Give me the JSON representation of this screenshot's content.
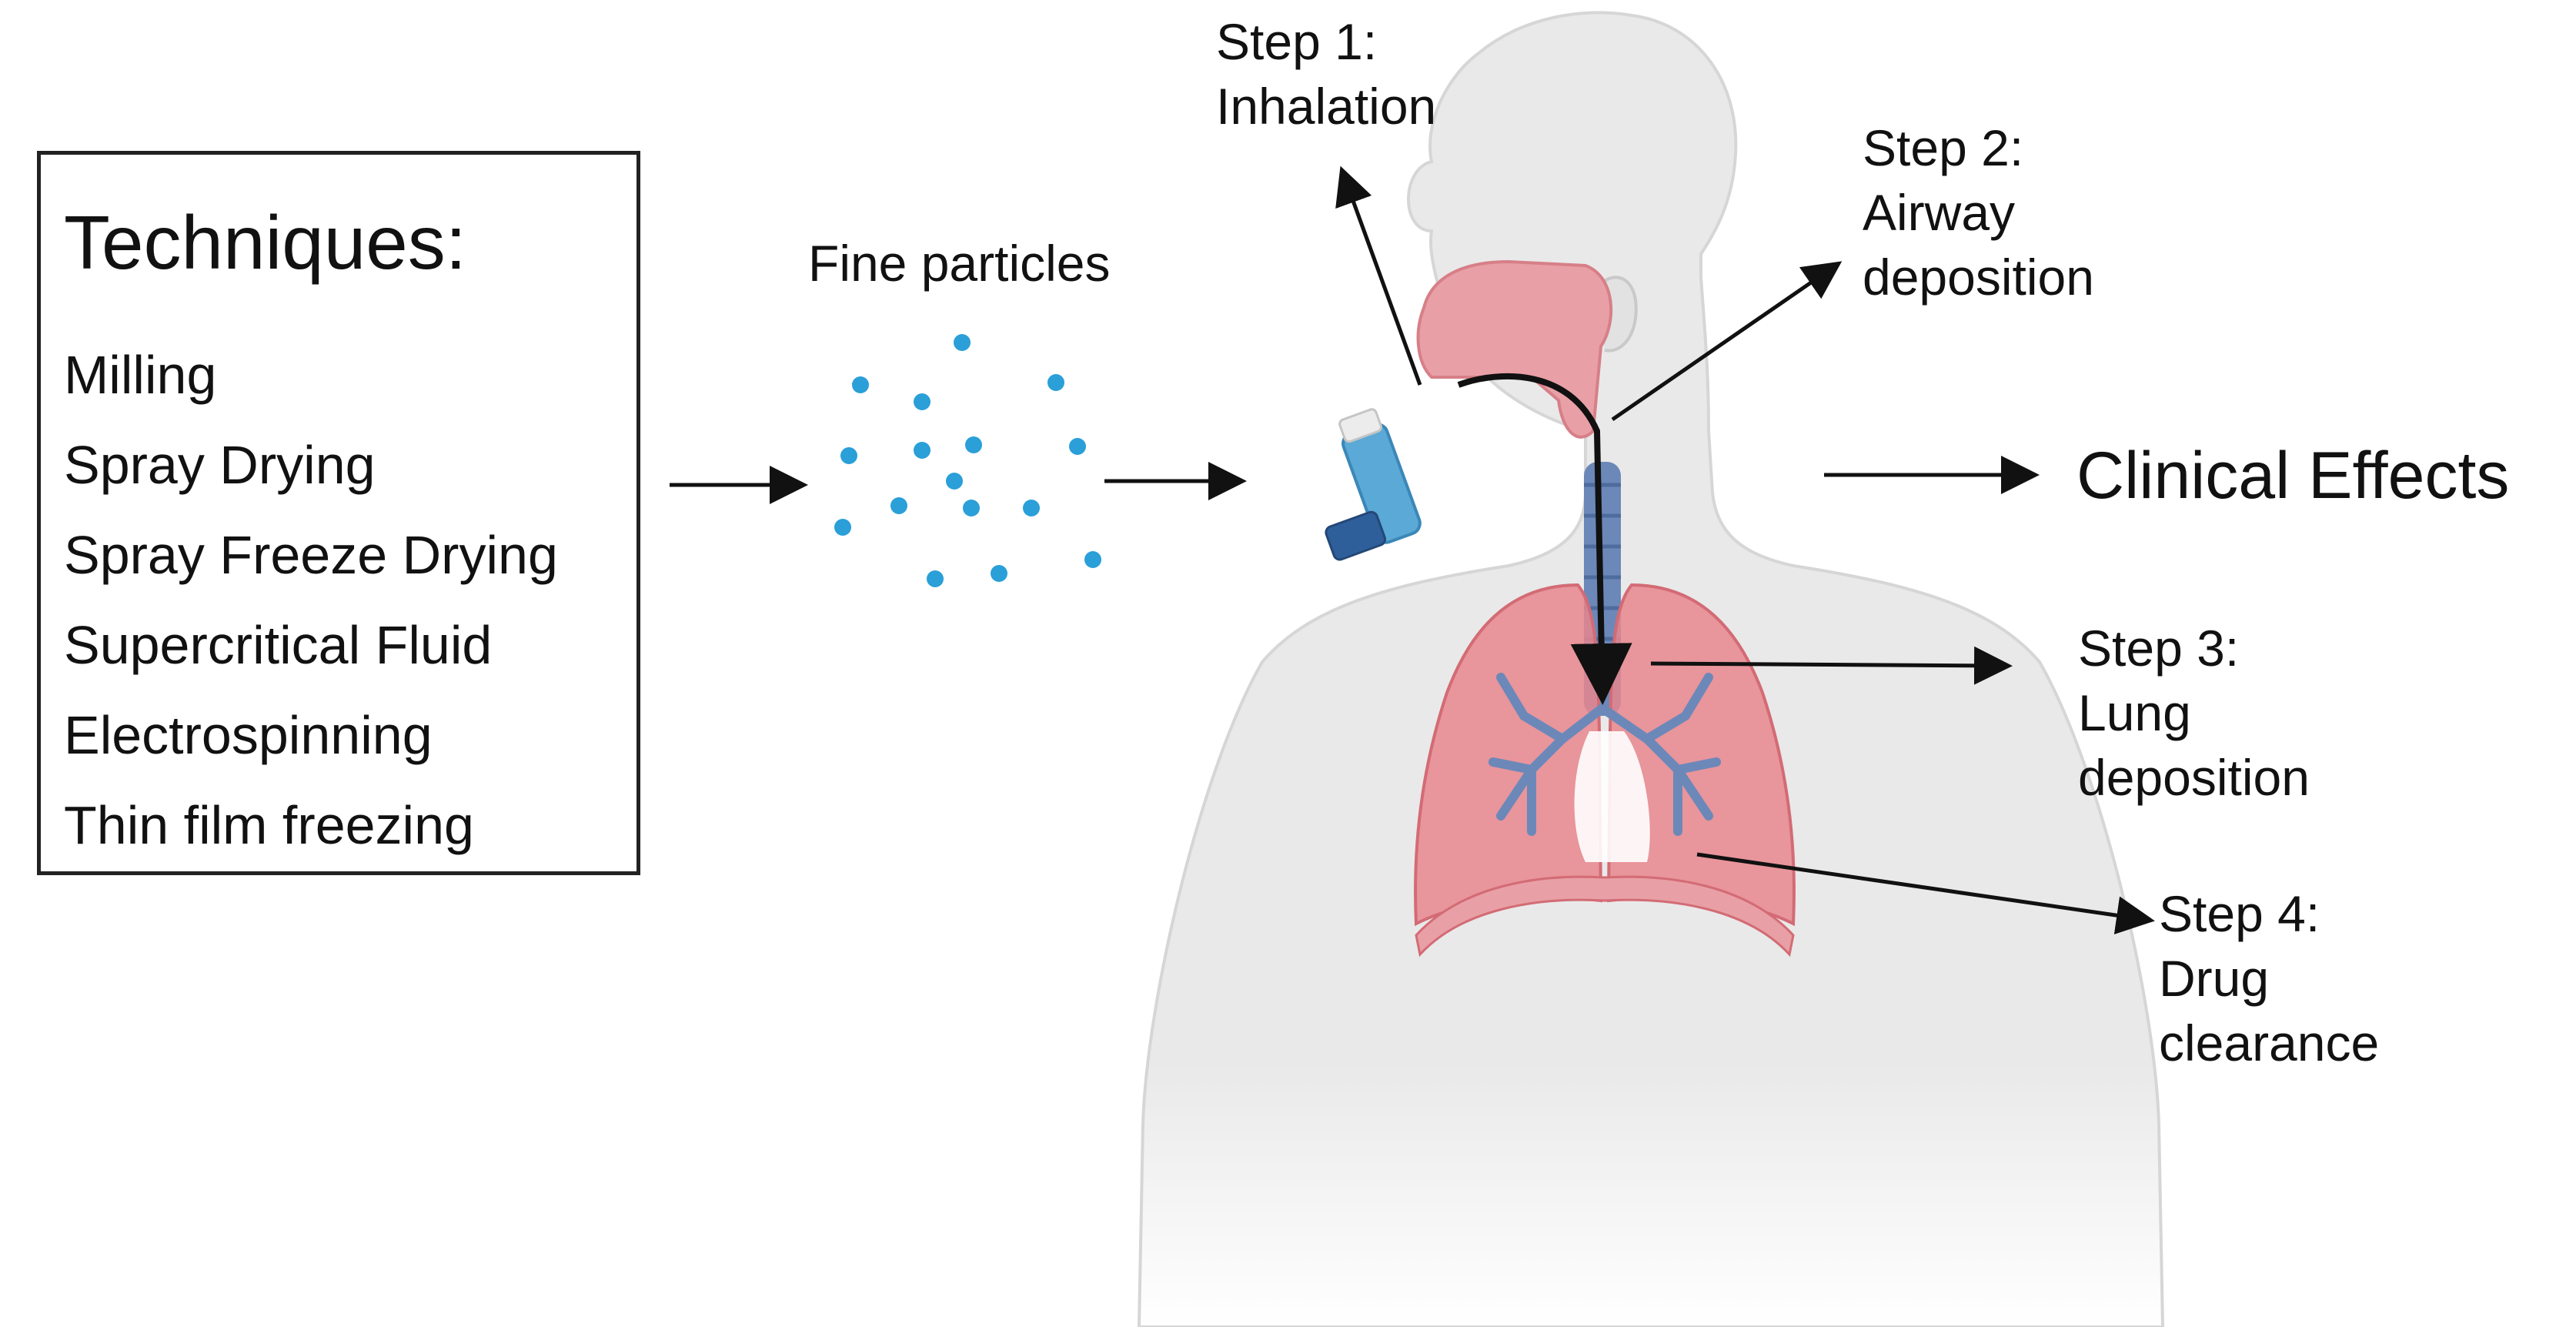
{
  "techniques": {
    "title": "Techniques:",
    "items": [
      "Milling",
      "Spray Drying",
      "Spray Freeze Drying",
      "Supercritical Fluid",
      "Electrospinning",
      "Thin film freezing"
    ]
  },
  "particles": {
    "label": "Fine particles",
    "color": "#2a9fd8"
  },
  "steps": [
    {
      "lines": [
        "Step 1:",
        "Inhalation"
      ]
    },
    {
      "lines": [
        "Step 2:",
        "Airway",
        "deposition"
      ]
    },
    {
      "lines": [
        "Step 3:",
        "Lung",
        "deposition"
      ]
    },
    {
      "lines": [
        "Step 4:",
        "Drug",
        "clearance"
      ]
    }
  ],
  "outcome": {
    "label": "Clinical Effects"
  },
  "colors": {
    "body": "#e9e9e9",
    "body_outline": "#d2d2d2",
    "airway_pink": "#e8a0a6",
    "lung": "#e7868d",
    "bronchi": "#6c88b9",
    "inhaler": "#5ba9d6",
    "arrow": "#111111"
  }
}
